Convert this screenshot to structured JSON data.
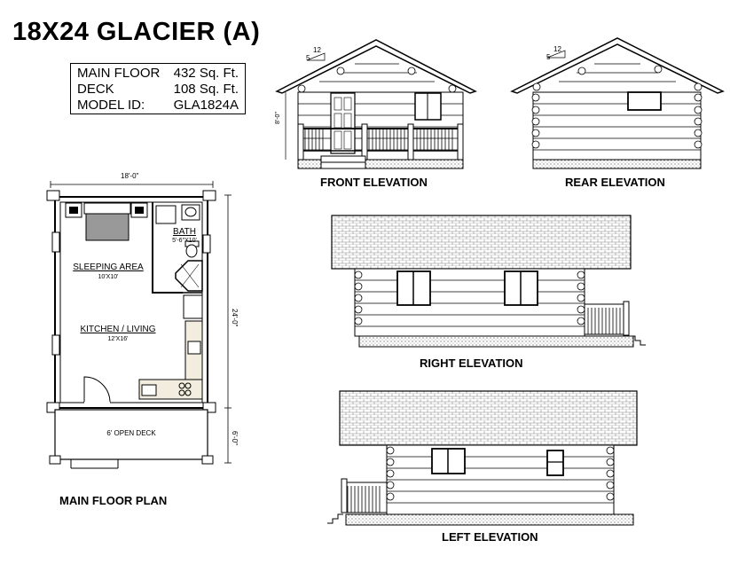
{
  "title": "18X24 GLACIER  (A)",
  "info": {
    "rows": [
      {
        "label": "MAIN FLOOR",
        "value": "432 Sq. Ft."
      },
      {
        "label": "DECK",
        "value": "108 Sq. Ft."
      },
      {
        "label": "MODEL ID:",
        "value": "GLA1824A"
      }
    ]
  },
  "floor_plan": {
    "caption": "MAIN FLOOR PLAN",
    "width_dim": "18'-0\"",
    "height_dim": "24'-0\"",
    "deck_dim": "6'-0\"",
    "rooms": {
      "bath": {
        "name": "BATH",
        "size": "5'-6\"X10'"
      },
      "sleeping": {
        "name": "SLEEPING AREA",
        "size": "10'X10'"
      },
      "kitchen": {
        "name": "KITCHEN / LIVING",
        "size": "12'X16'"
      },
      "deck": {
        "name": "6' OPEN DECK"
      }
    }
  },
  "elevations": {
    "front": {
      "caption": "FRONT ELEVATION",
      "pitch_run": "12",
      "pitch_rise": "5",
      "wall_height": "8'-0\""
    },
    "rear": {
      "caption": "REAR ELEVATION",
      "pitch_run": "12",
      "pitch_rise": "5"
    },
    "right": {
      "caption": "RIGHT ELEVATION"
    },
    "left": {
      "caption": "LEFT ELEVATION"
    }
  }
}
